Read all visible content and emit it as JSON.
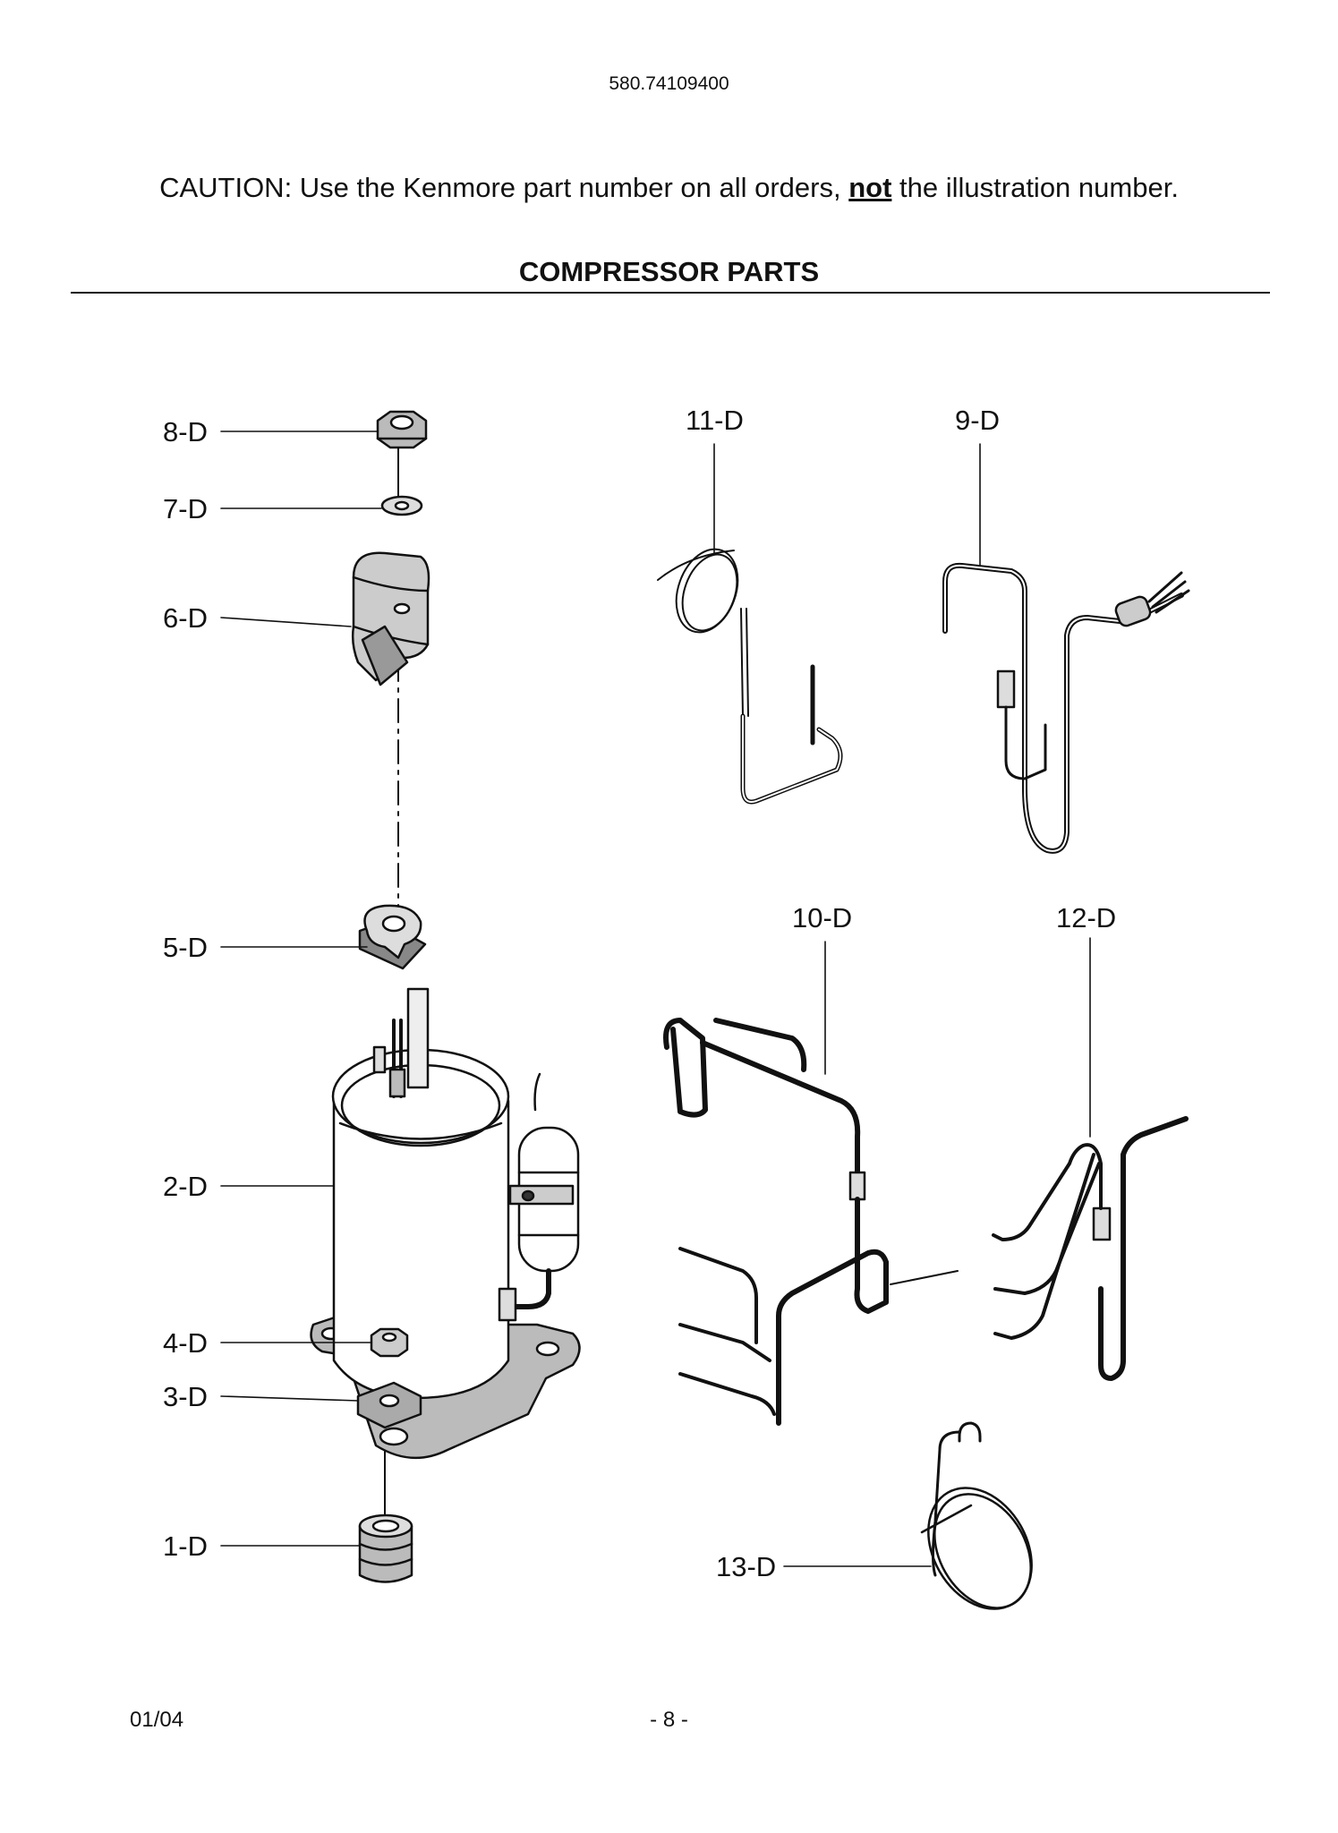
{
  "header": {
    "model_number": "580.74109400",
    "caution_prefix": "CAUTION: Use the Kenmore part number on all orders, ",
    "caution_emphasis": "not",
    "caution_suffix": " the illustration number.",
    "section_title": "COMPRESSOR PARTS"
  },
  "callouts": {
    "c8": "8-D",
    "c7": "7-D",
    "c6": "6-D",
    "c5": "5-D",
    "c2": "2-D",
    "c4": "4-D",
    "c3": "3-D",
    "c1": "1-D",
    "c11": "11-D",
    "c9": "9-D",
    "c10": "10-D",
    "c12": "12-D",
    "c13": "13-D"
  },
  "footer": {
    "date": "01/04",
    "page": "- 8 -"
  }
}
